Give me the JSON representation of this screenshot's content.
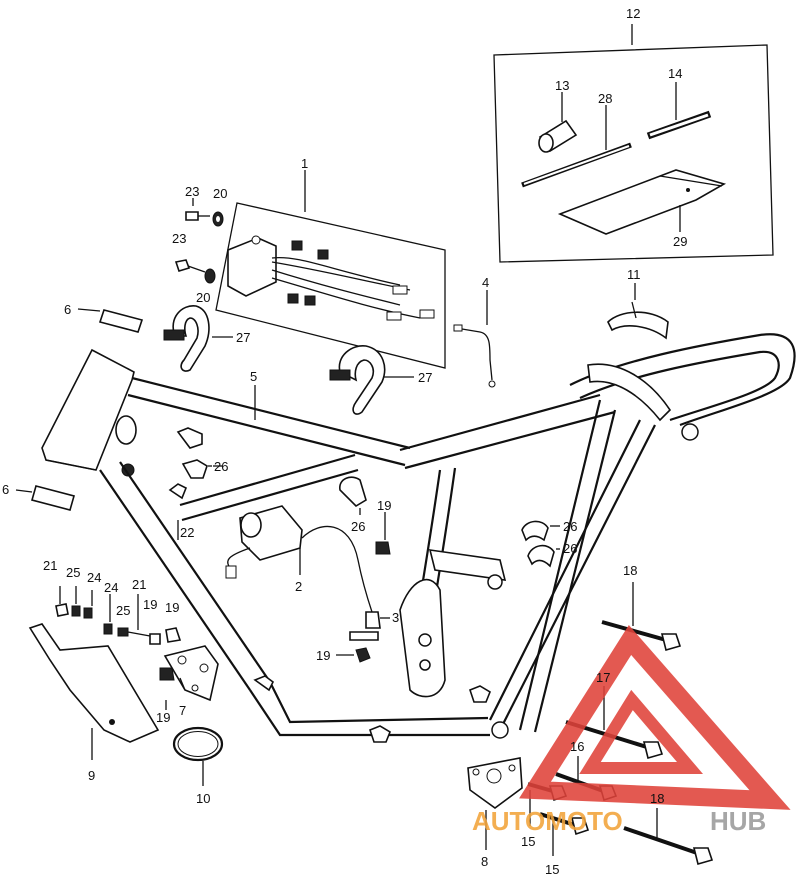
{
  "diagram": {
    "callouts": [
      {
        "id": "c12",
        "text": "12"
      },
      {
        "id": "c13",
        "text": "13"
      },
      {
        "id": "c28",
        "text": "28"
      },
      {
        "id": "c14",
        "text": "14"
      },
      {
        "id": "c29",
        "text": "29"
      },
      {
        "id": "c1",
        "text": "1"
      },
      {
        "id": "c23a",
        "text": "23"
      },
      {
        "id": "c20a",
        "text": "20"
      },
      {
        "id": "c23b",
        "text": "23"
      },
      {
        "id": "c20b",
        "text": "20"
      },
      {
        "id": "c6a",
        "text": "6"
      },
      {
        "id": "c27a",
        "text": "27"
      },
      {
        "id": "c4",
        "text": "4"
      },
      {
        "id": "c11",
        "text": "11"
      },
      {
        "id": "c27b",
        "text": "27"
      },
      {
        "id": "c5",
        "text": "5"
      },
      {
        "id": "c26a",
        "text": "26"
      },
      {
        "id": "c6b",
        "text": "6"
      },
      {
        "id": "c19a",
        "text": "19"
      },
      {
        "id": "c26b",
        "text": "26"
      },
      {
        "id": "c22",
        "text": "22"
      },
      {
        "id": "c26c",
        "text": "26"
      },
      {
        "id": "c26d",
        "text": "26"
      },
      {
        "id": "c2",
        "text": "2"
      },
      {
        "id": "c21a",
        "text": "21"
      },
      {
        "id": "c25a",
        "text": "25"
      },
      {
        "id": "c24a",
        "text": "24"
      },
      {
        "id": "c24b",
        "text": "24"
      },
      {
        "id": "c21b",
        "text": "21"
      },
      {
        "id": "c25b",
        "text": "25"
      },
      {
        "id": "c19b",
        "text": "19"
      },
      {
        "id": "c19c",
        "text": "19"
      },
      {
        "id": "c18a",
        "text": "18"
      },
      {
        "id": "c3",
        "text": "3"
      },
      {
        "id": "c19d",
        "text": "19"
      },
      {
        "id": "c7",
        "text": "7"
      },
      {
        "id": "c19e",
        "text": "19"
      },
      {
        "id": "c17",
        "text": "17"
      },
      {
        "id": "c9",
        "text": "9"
      },
      {
        "id": "c16",
        "text": "16"
      },
      {
        "id": "c10",
        "text": "10"
      },
      {
        "id": "c18b",
        "text": "18"
      },
      {
        "id": "c15a",
        "text": "15"
      },
      {
        "id": "c8",
        "text": "8"
      },
      {
        "id": "c15b",
        "text": "15"
      }
    ]
  },
  "watermark": {
    "text_orange": "AUTOMOTO",
    "text_gray": "HUB",
    "color_red": "#e0433a",
    "color_orange": "#f2a33a",
    "color_gray": "#9a9a9a"
  }
}
